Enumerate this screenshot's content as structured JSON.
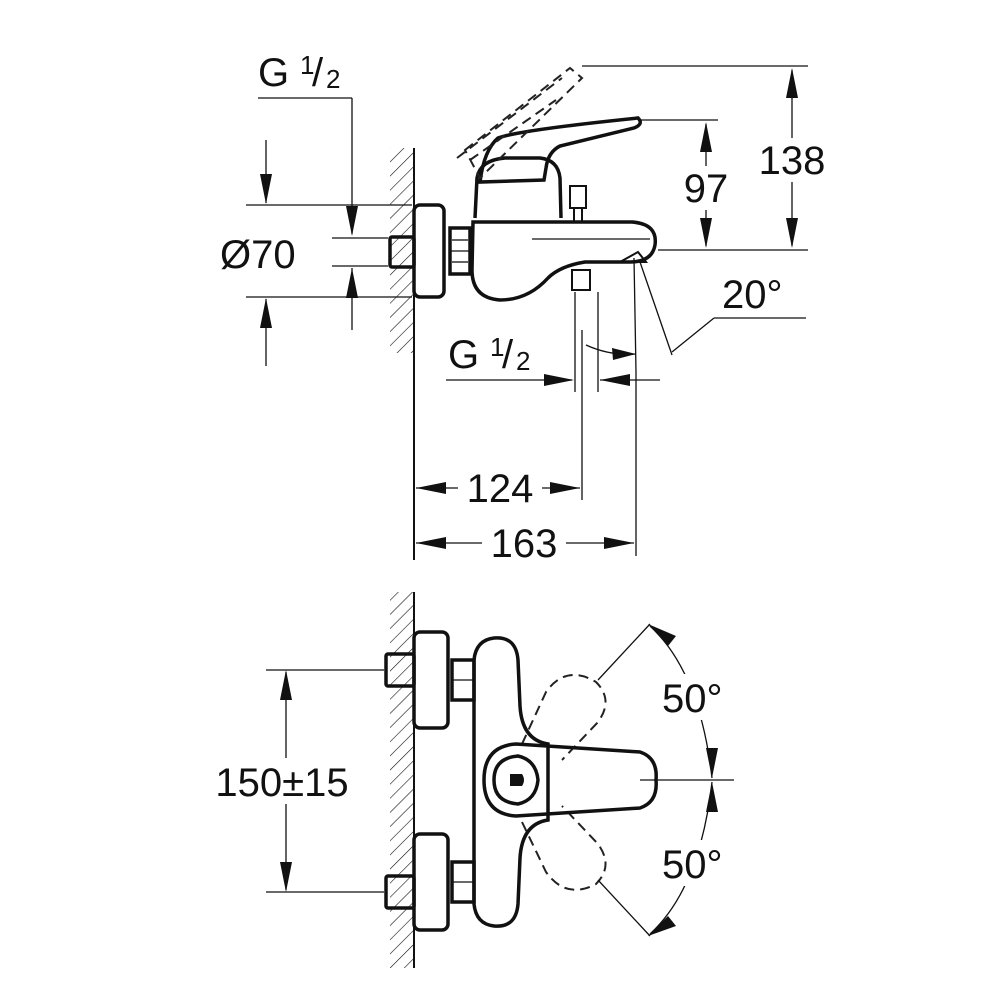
{
  "dimensions": {
    "thread_top": {
      "letter": "G",
      "num": "1",
      "den": "2"
    },
    "thread_bottom": {
      "letter": "G",
      "num": "1",
      "den": "2"
    },
    "diameter": "Ø70",
    "height_97": "97",
    "height_138": "138",
    "angle_spout": "20°",
    "depth_124": "124",
    "depth_163": "163",
    "spacing": "150±15",
    "angle_up": "50°",
    "angle_down": "50°"
  }
}
